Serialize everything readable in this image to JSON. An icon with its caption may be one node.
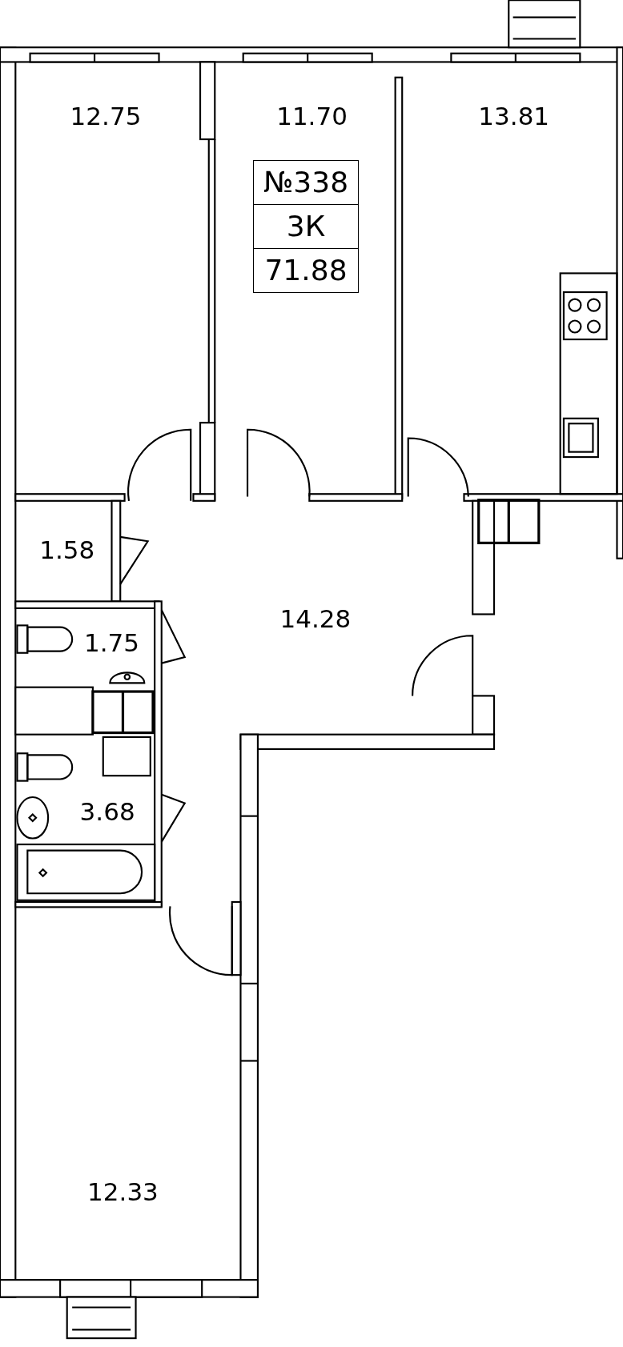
{
  "diagram": {
    "labels": [
      "12.75",
      "11.70",
      "13.81",
      "№338",
      "3К",
      "71.88",
      "1.58",
      "14.28",
      "1.75",
      "3.68",
      "12.33"
    ]
  }
}
